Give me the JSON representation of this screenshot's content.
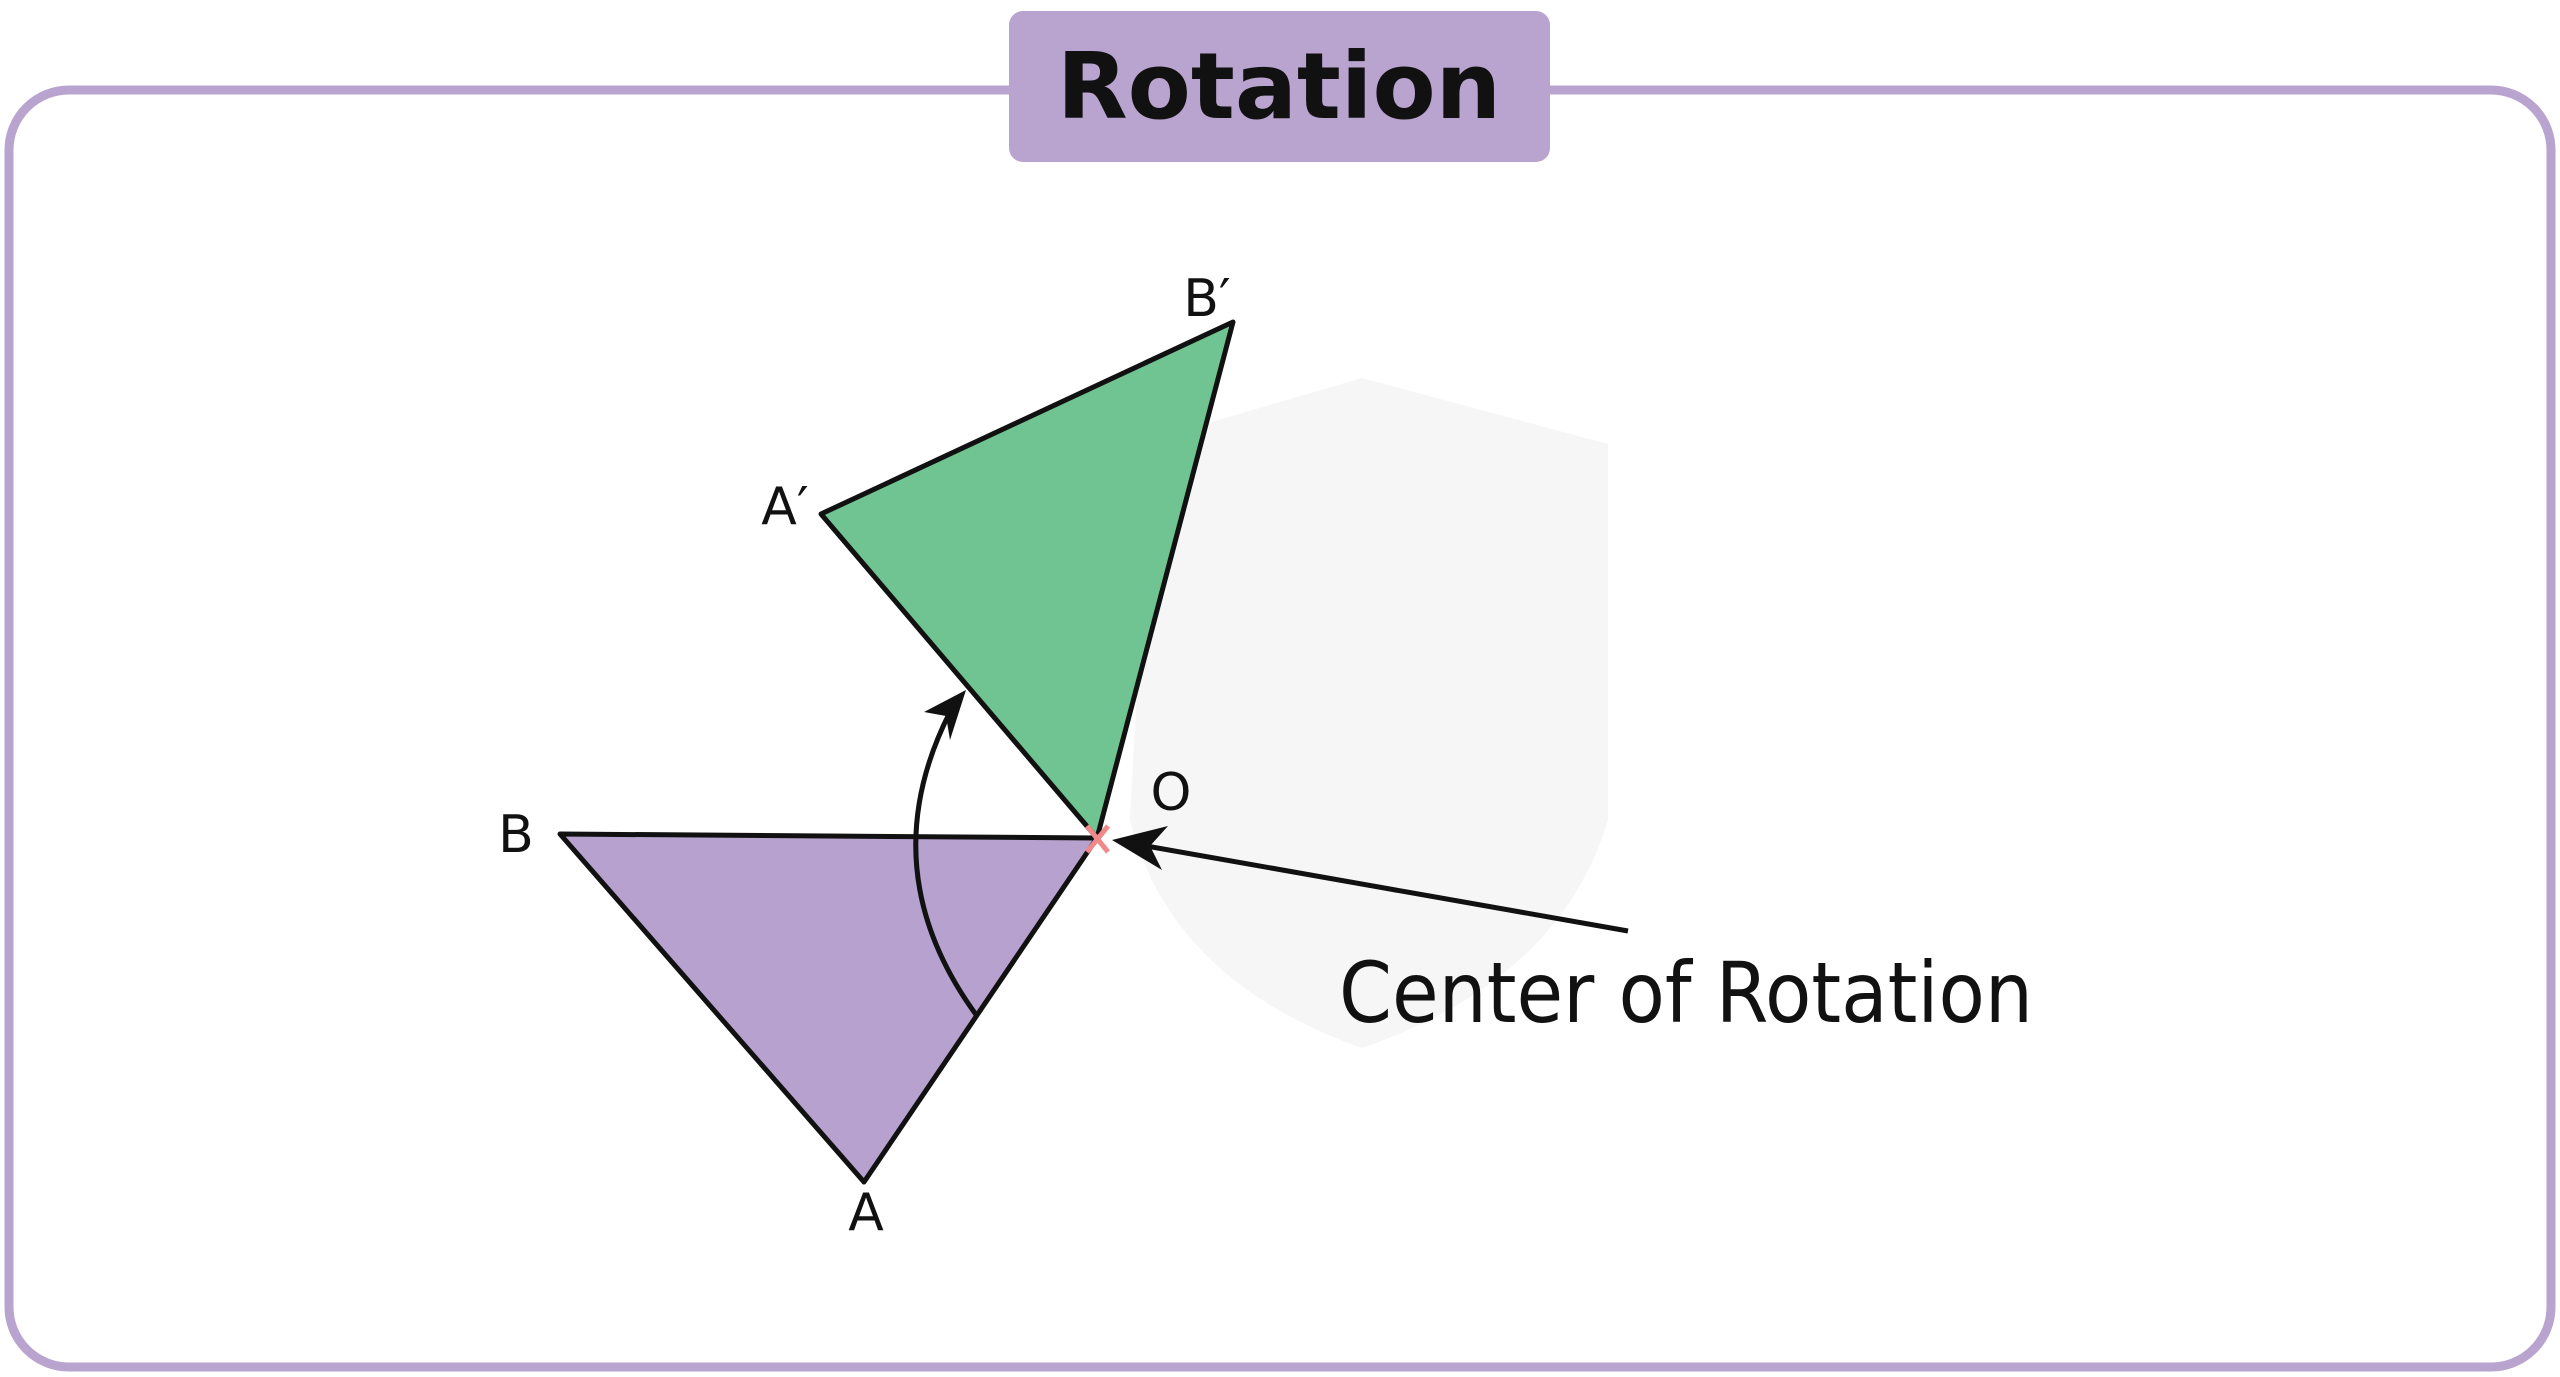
{
  "title": "Rotation",
  "labels": {
    "a": "A",
    "b": "B",
    "a_prime": "A′",
    "b_prime": "B′",
    "o": "O",
    "center": "Center of Rotation"
  },
  "colors": {
    "frame": "#b9a3cf",
    "original_fill": "#b7a2cf",
    "image_fill": "#70c491",
    "center_mark": "#f08a8a",
    "stroke": "#111111"
  }
}
